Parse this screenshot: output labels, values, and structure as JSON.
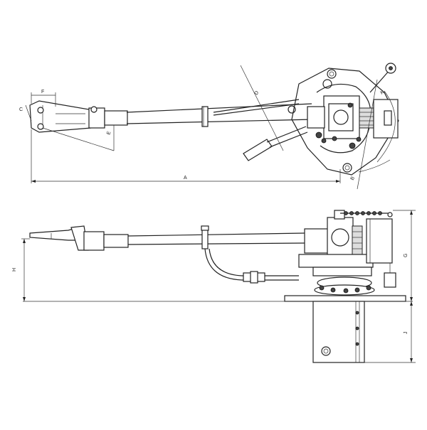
{
  "drawing": {
    "top_view": {
      "dimension_labels": {
        "a": "A",
        "b": "B",
        "c": "C",
        "d": "D",
        "e": "E",
        "f": "F",
        "k": "K"
      }
    },
    "side_view": {
      "dimension_labels": {
        "h": "H",
        "g": "G",
        "j": "J"
      }
    }
  }
}
